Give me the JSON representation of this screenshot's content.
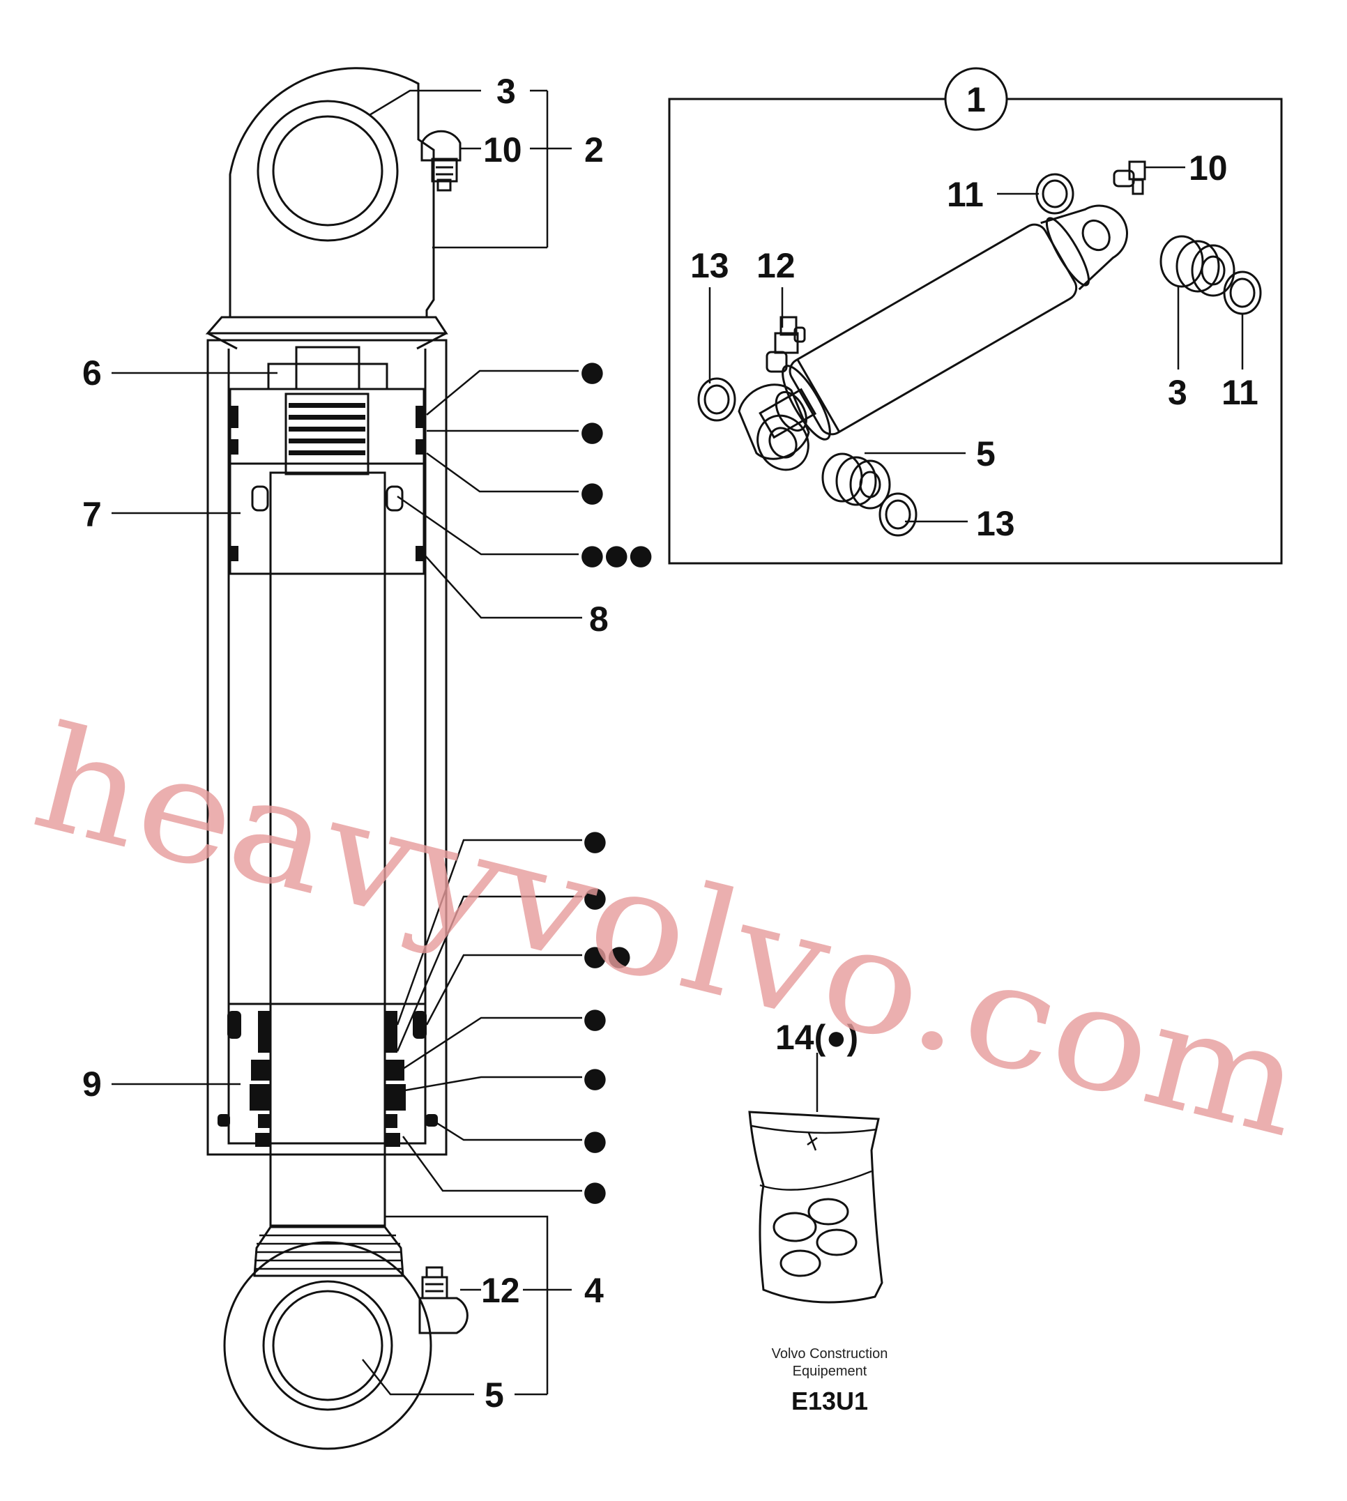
{
  "callouts": {
    "c3": "3",
    "c10": "10",
    "c2": "2",
    "c6": "6",
    "c7": "7",
    "c8": "8",
    "c9": "9",
    "c12": "12",
    "c4": "4",
    "c5": "5"
  },
  "seal_markers": {
    "m1": "●",
    "m2": "●",
    "m3": "●",
    "m4": "●●●",
    "m5": "●",
    "m6": "●",
    "m7": "●●",
    "m8": "●",
    "m9": "●",
    "m10": "●",
    "m11": "●"
  },
  "inset": {
    "kit_number": "1",
    "labels": {
      "c10": "10",
      "c11a": "11",
      "c13a": "13",
      "c12": "12",
      "c3": "3",
      "c11b": "11",
      "c5": "5",
      "c13b": "13"
    }
  },
  "kit_bag": {
    "label": "14(●)"
  },
  "credit": {
    "line1": "Volvo Construction",
    "line2": "Equipement",
    "code": "E13U1"
  },
  "watermark": "heavyvolvo.com",
  "colors": {
    "line": "#111111",
    "watermark": "#e79c9c",
    "background": "#ffffff"
  }
}
